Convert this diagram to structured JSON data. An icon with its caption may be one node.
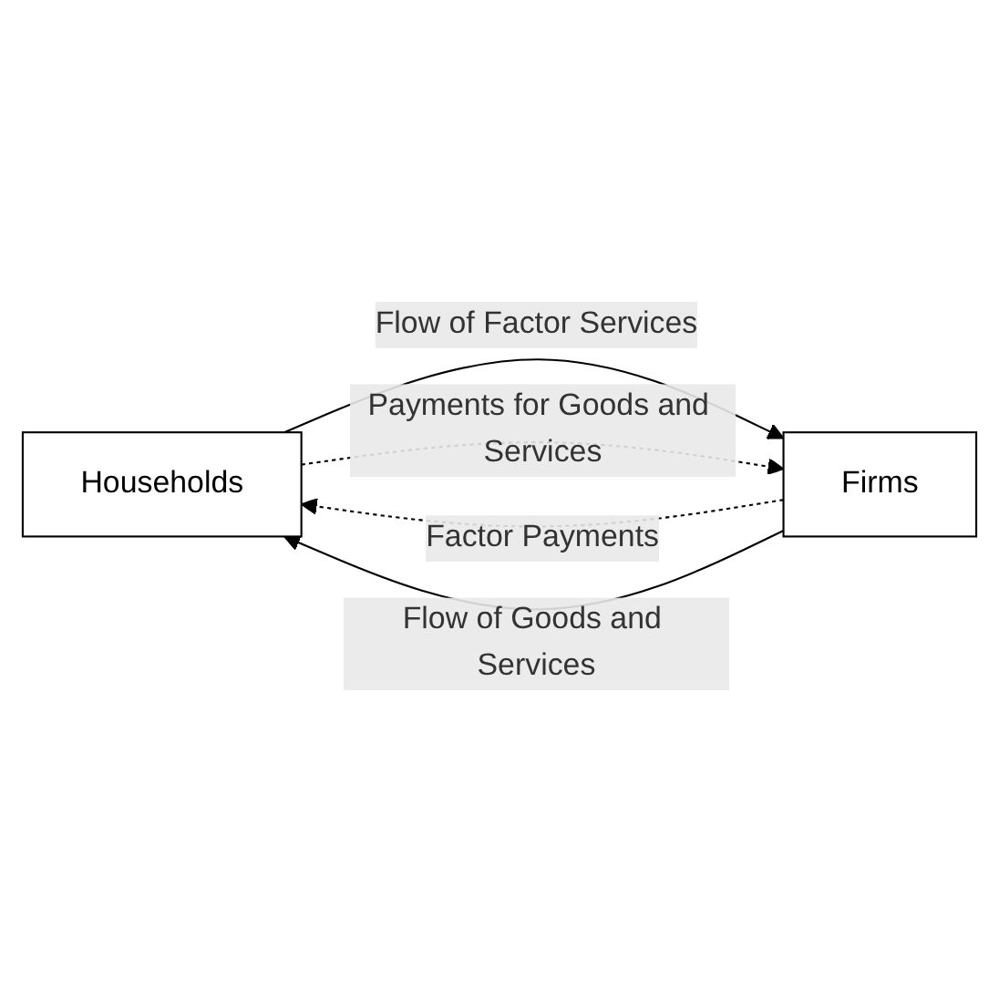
{
  "diagram": {
    "nodes": [
      {
        "text": [
          "Households"
        ]
      },
      {
        "text": [
          "Firms"
        ]
      }
    ],
    "edges": [
      {
        "from": 0,
        "to": 1,
        "arrow": "to",
        "label": "Flow of Factor Services"
      },
      {
        "from": 1,
        "to": 0,
        "arrow": "to",
        "label": "Factor Payments",
        "style": "dashed"
      },
      {
        "from": 0,
        "to": 1,
        "arrow": "to",
        "label": "Payments for Goods and Services",
        "style": "dashed"
      },
      {
        "from": 1,
        "to": 0,
        "arrow": "to",
        "label": "Flow of Goods and Services"
      }
    ]
  }
}
